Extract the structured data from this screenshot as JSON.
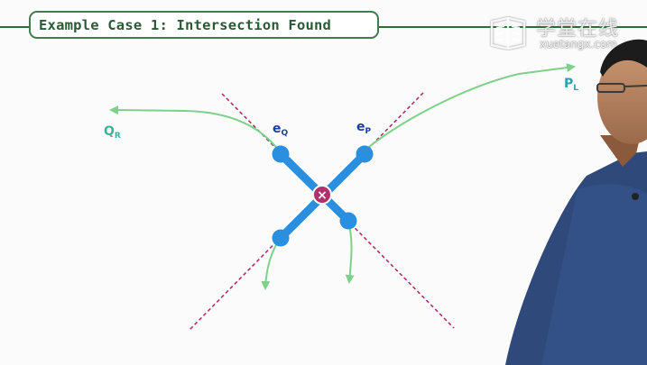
{
  "slide": {
    "title": "Example Case 1: Intersection Found"
  },
  "watermark": {
    "brand_cn": "学堂在线",
    "brand_url": "xuetangx.com",
    "icon": "book-logo-icon"
  },
  "labels": {
    "eq_main": "e",
    "eq_sub": "Q",
    "ep_main": "e",
    "ep_sub": "P",
    "pl_main": "P",
    "pl_sub": "L",
    "qr_main": "Q",
    "qr_sub": "R"
  },
  "intersection_marker": "×",
  "colors": {
    "title_border": "#3e7d4d",
    "edge_blue": "#2b8fe0",
    "arrow_green": "#7ed08a",
    "dashed_line": "#b0306a",
    "marker": "#b0306a"
  }
}
